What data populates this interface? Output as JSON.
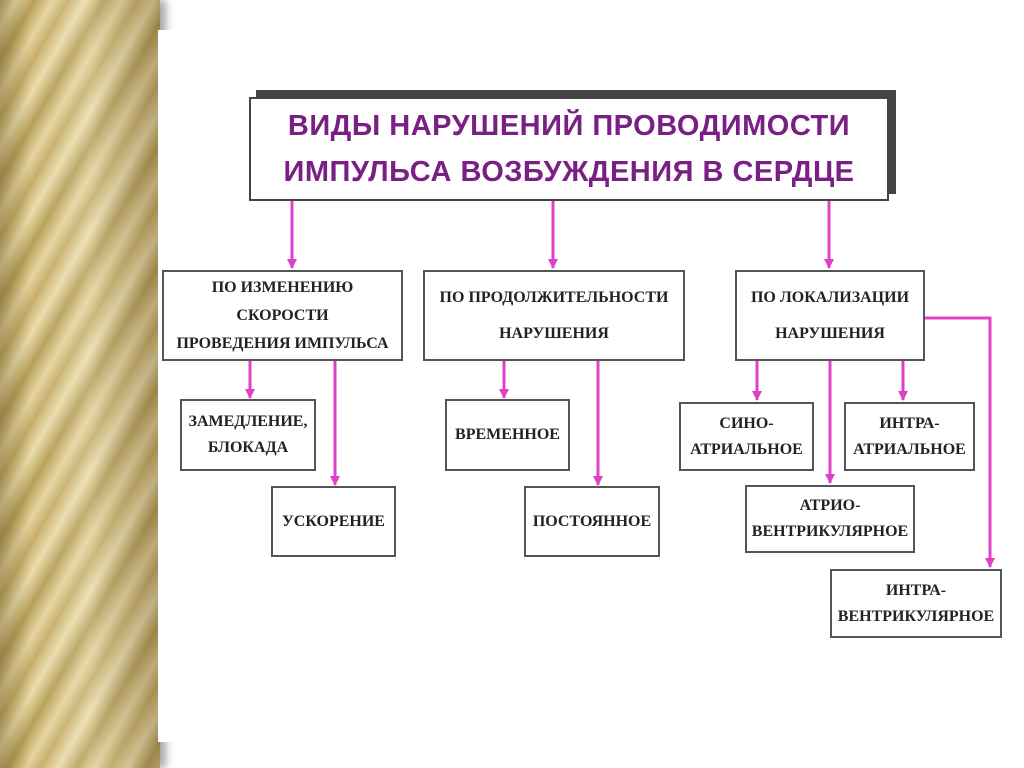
{
  "title": [
    "ВИДЫ НАРУШЕНИЙ ПРОВОДИМОСТИ",
    "ИМПУЛЬСА ВОЗБУЖДЕНИЯ В СЕРДЦЕ"
  ],
  "categories": {
    "speed": [
      "ПО ИЗМЕНЕНИЮ",
      "СКОРОСТИ",
      "ПРОВЕДЕНИЯ ИМПУЛЬСА"
    ],
    "duration": [
      "ПО ПРОДОЛЖИТЕЛЬНОСТИ",
      "НАРУШЕНИЯ"
    ],
    "location": [
      "ПО ЛОКАЛИЗАЦИИ",
      "НАРУШЕНИЯ"
    ]
  },
  "leaves": {
    "slowdown": [
      "ЗАМЕДЛЕНИЕ,",
      "БЛОКАДА"
    ],
    "acceleration": [
      "УСКОРЕНИЕ"
    ],
    "temporary": [
      "ВРЕМЕННОЕ"
    ],
    "permanent": [
      "ПОСТОЯННОЕ"
    ],
    "sinoatrial": [
      "СИНО-",
      "АТРИАЛЬНОЕ"
    ],
    "intraatrial": [
      "ИНТРА-",
      "АТРИАЛЬНОЕ"
    ],
    "atrioventricular": [
      "АТРИО-",
      "ВЕНТРИКУЛЯРНОЕ"
    ],
    "intraventricular": [
      "ИНТРА-",
      "ВЕНТРИКУЛЯРНОЕ"
    ]
  },
  "colors": {
    "arrow": "#e040c8",
    "title_text": "#7a1f84",
    "box_border": "#555555"
  }
}
